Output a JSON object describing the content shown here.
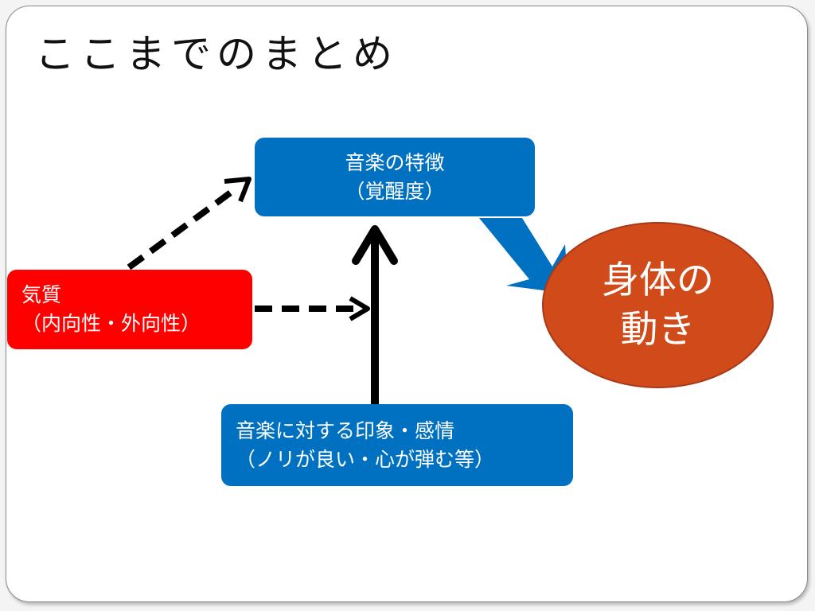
{
  "slide": {
    "title": "ここまでのまとめ"
  },
  "nodes": {
    "music_features": {
      "line1": "音楽の特徴",
      "line2": "（覚醒度）"
    },
    "temperament": {
      "line1": "気質",
      "line2": "（内向性・外向性）"
    },
    "impression": {
      "line1": "音楽に対する印象・感情",
      "line2": "（ノリが良い・心が弾む等）"
    },
    "body_movement": {
      "line1": "身体の",
      "line2": "動き"
    }
  },
  "colors": {
    "blue_box": "#0070c0",
    "red_box": "#ff0000",
    "ellipse_fill": "#d04a1a",
    "arrow_black": "#000000"
  }
}
